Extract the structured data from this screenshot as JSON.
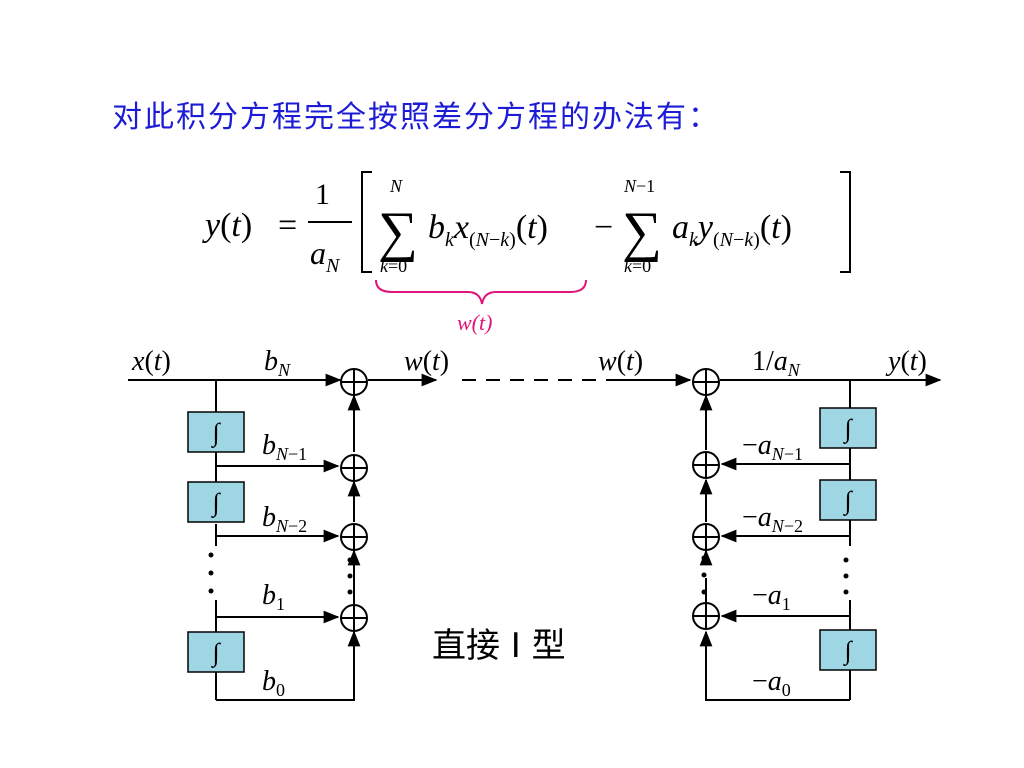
{
  "heading": "对此积分方程完全按照差分方程的办法有：",
  "brace_label": "w(t)",
  "caption": "直接 I 型",
  "labels": {
    "x": "x(t)",
    "w_left": "w(t)",
    "w_right": "w(t)",
    "y": "y(t)",
    "inv_aN": "1/aN"
  },
  "colors": {
    "heading": "#1c1cd6",
    "brace": "#e0147a",
    "integrator_fill": "#9fd6e4",
    "line": "#000000"
  },
  "icons": {
    "integrator": "integral-icon",
    "adder": "plus-circle-icon"
  }
}
